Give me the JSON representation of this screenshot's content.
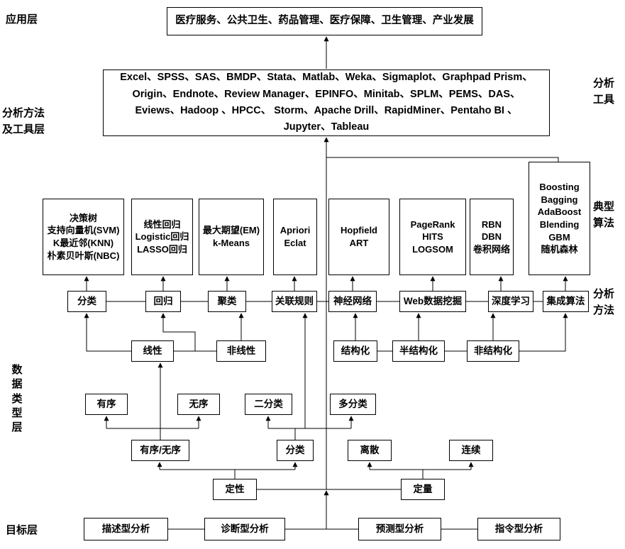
{
  "left_labels": {
    "application": "应用层",
    "methods_tools": "分析方法\n及工具层",
    "data_type": "数\n据\n类\n型\n层",
    "target": "目标层"
  },
  "right_labels": {
    "tools": "分析\n工具",
    "algorithms": "典型\n算法",
    "methods": "分析\n方法"
  },
  "application_layer": {
    "text": "医疗服务、公共卫生、药品管理、医疗保障、卫生管理、产业发展"
  },
  "tools_layer": {
    "text": "Excel、SPSS、SAS、BMDP、Stata、Matlab、Weka、Sigmaplot、Graphpad Prism、Origin、Endnote、Review Manager、EPINFO、Minitab、SPLM、PEMS、DAS、Eviews、Hadoop 、HPCC、 Storm、Apache Drill、RapidMiner、Pentaho BI 、Jupyter、Tableau"
  },
  "algorithms": [
    "决策树\n支持向量机(SVM)\nK最近邻(KNN)\n朴素贝叶斯(NBC)",
    "线性回归\nLogistic回归\nLASSO回归",
    "最大期望(EM)\nk-Means",
    "Apriori\nEclat",
    "Hopfield\nART",
    "PageRank\nHITS\nLOGSOM",
    "RBN\nDBN\n卷积网络",
    "Boosting\nBagging\nAdaBoost\nBlending\nGBM\n随机森林"
  ],
  "methods": [
    "分类",
    "回归",
    "聚类",
    "关联规则",
    "神经网络",
    "Web数据挖掘",
    "深度学习",
    "集成算法"
  ],
  "data_types": {
    "row1": [
      "线性",
      "非线性",
      "结构化",
      "半结构化",
      "非结构化"
    ],
    "row2": [
      "有序",
      "无序",
      "二分类",
      "多分类"
    ],
    "row3": [
      "有序/无序",
      "分类",
      "离散",
      "连续"
    ],
    "row4": [
      "定性",
      "定量"
    ]
  },
  "targets": [
    "描述型分析",
    "诊断型分析",
    "预测型分析",
    "指令型分析"
  ]
}
